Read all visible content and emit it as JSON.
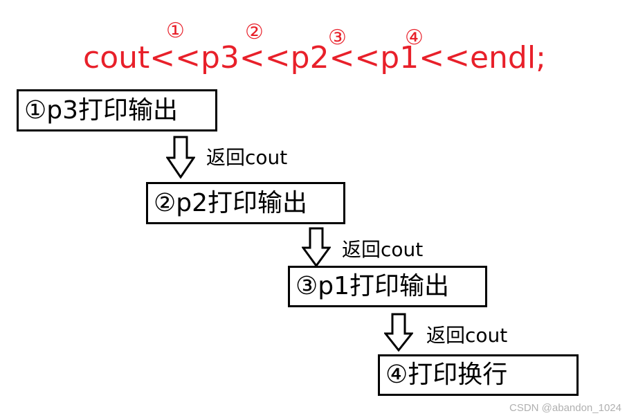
{
  "code": {
    "statement": "cout<<p3<<p2<<p1<<endl;",
    "markers": [
      "①",
      "②",
      "③",
      "④"
    ],
    "color": "#e8202a"
  },
  "steps": [
    {
      "label": "①p3打印输出"
    },
    {
      "label": "②p2打印输出"
    },
    {
      "label": "③p1打印输出"
    },
    {
      "label": "④打印换行"
    }
  ],
  "arrows": [
    {
      "label": "返回cout",
      "icon": "down-arrow-icon"
    },
    {
      "label": "返回cout",
      "icon": "down-arrow-icon"
    },
    {
      "label": "返回cout",
      "icon": "down-arrow-icon"
    }
  ],
  "watermark": "CSDN @abandon_1024"
}
